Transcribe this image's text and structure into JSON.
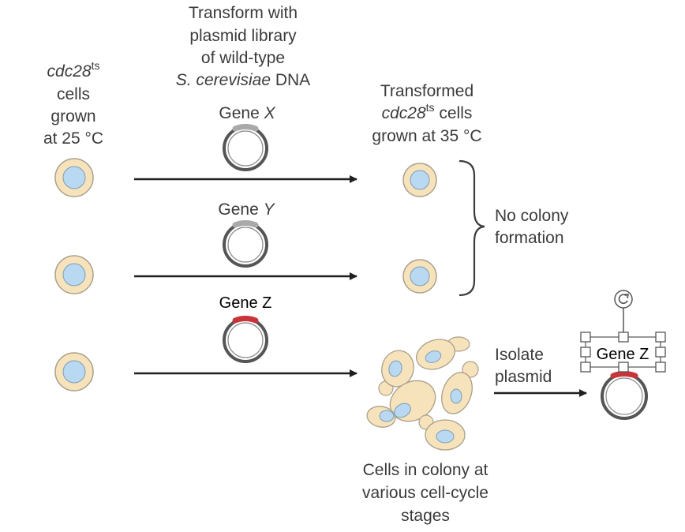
{
  "left_label": {
    "gene": "cdc28",
    "sup": "ts",
    "line2": "cells",
    "line3": "grown",
    "line4": "at 25 °C"
  },
  "transform_label": {
    "line1": "Transform with",
    "line2": "plasmid library",
    "line3": "of wild-type",
    "species": "S. cerevisiae",
    "dna": " DNA"
  },
  "transformed_label": {
    "line1": "Transformed",
    "gene": "cdc28",
    "sup": "ts",
    "cells": " cells",
    "line3": "grown at 35 °C"
  },
  "gene_x": {
    "prefix": "Gene ",
    "letter": "X"
  },
  "gene_y": {
    "prefix": "Gene ",
    "letter": "Y"
  },
  "gene_z": "Gene Z",
  "no_colony": {
    "line1": "No colony",
    "line2": "formation"
  },
  "isolate": {
    "line1": "Isolate",
    "line2": "plasmid"
  },
  "selected_label": "Gene Z",
  "colony_caption": {
    "line1": "Cells in colony at",
    "line2": "various cell-cycle",
    "line3": "stages"
  },
  "colors": {
    "cell_fill": "#f7e3bb",
    "nucleus_fill": "#b9d8f1",
    "plasmid_marker_gray": "#a9a9a9",
    "plasmid_marker_red": "#c8343a",
    "arrow": "#1f1f1f",
    "handle": "#555555"
  }
}
